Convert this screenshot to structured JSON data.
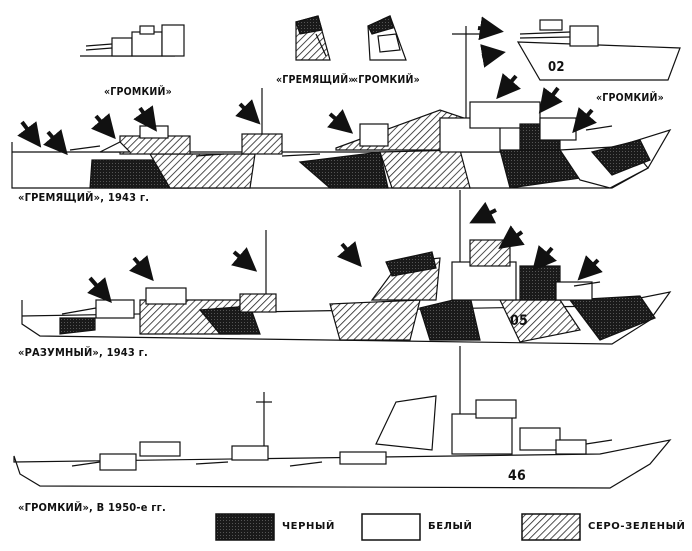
{
  "callouts": {
    "top_left": "«ГРОМКИЙ»",
    "top_mid_1": "«ГРЕМЯЩИЙ»",
    "top_mid_2": "«ГРОМКИЙ»",
    "top_right": "«ГРОМКИЙ»",
    "top_right_number": "02"
  },
  "ships": [
    {
      "caption": "«ГРЕМЯЩИЙ», 1943 г.",
      "number": ""
    },
    {
      "caption": "«РАЗУМНЫЙ», 1943 г.",
      "number": "05"
    },
    {
      "caption": "«ГРОМКИЙ», В 1950-е гг.",
      "number": "46"
    }
  ],
  "legend": [
    {
      "label": "ЧЕРНЫЙ",
      "pattern": "black"
    },
    {
      "label": "БЕЛЫЙ",
      "pattern": "white"
    },
    {
      "label": "СЕРО-ЗЕЛЕНЫЙ",
      "pattern": "hatch"
    }
  ],
  "colors": {
    "ink": "#111111",
    "paper": "#ffffff",
    "shade": "#5a5a5a"
  }
}
